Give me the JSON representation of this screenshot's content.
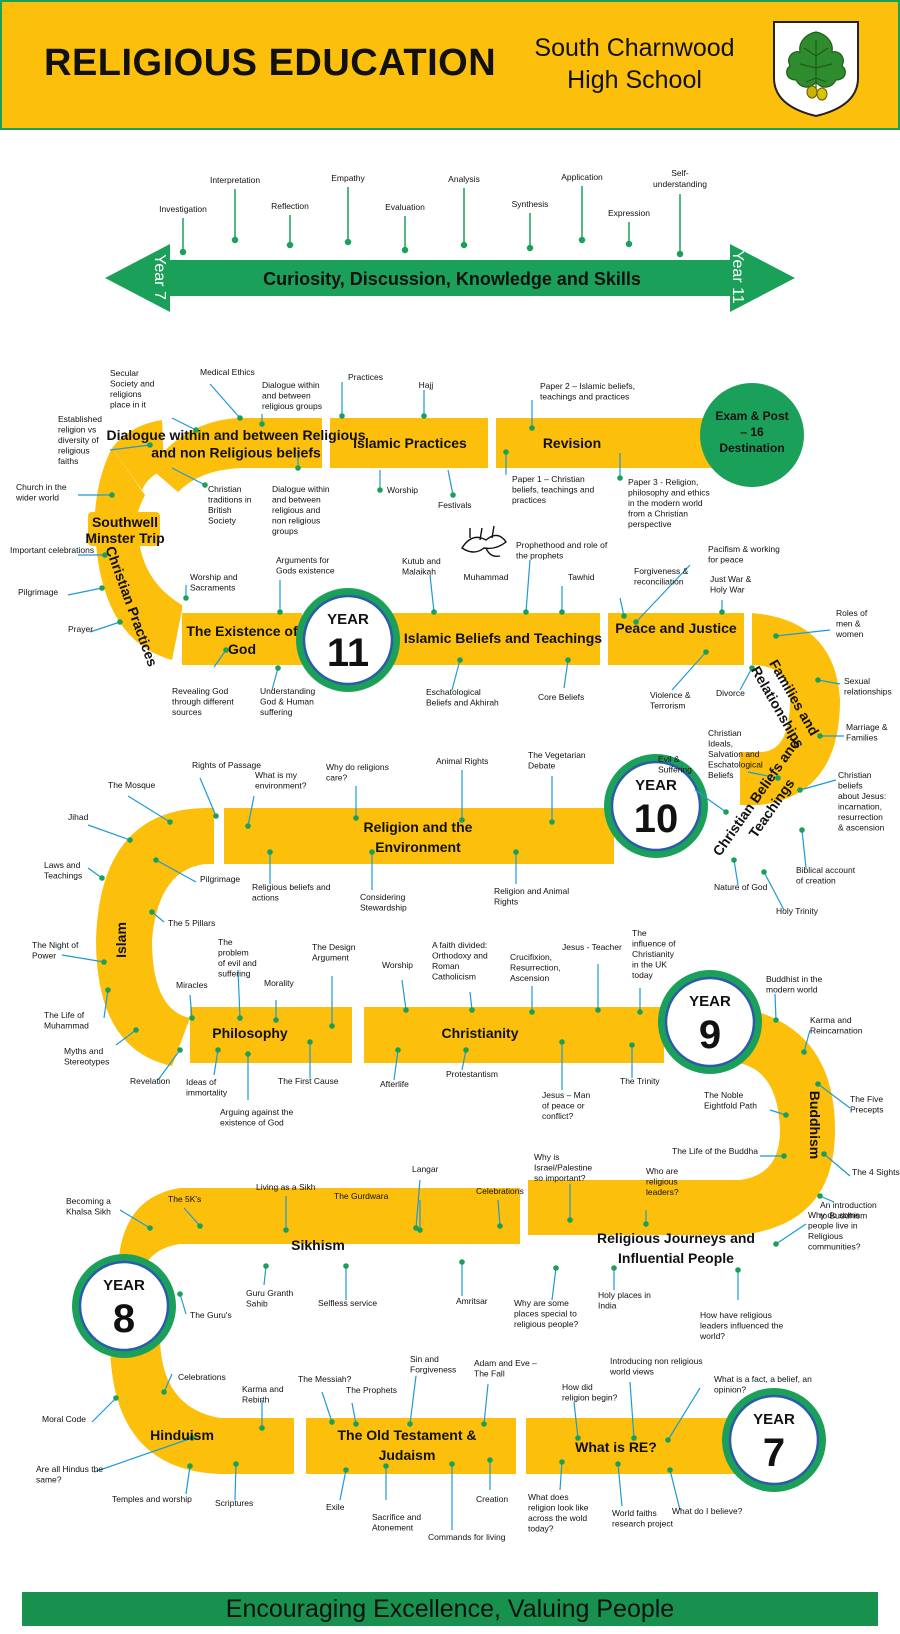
{
  "header": {
    "title": "RELIGIOUS EDUCATION",
    "school": [
      "South Charnwood",
      "High School"
    ]
  },
  "skills_arrow": {
    "label": "Curiosity, Discussion, Knowledge and Skills",
    "start": "Year 7",
    "end": "Year 11",
    "skills": [
      "Investigation",
      "Interpretation",
      "Reflection",
      "Empathy",
      "Evaluation",
      "Analysis",
      "Synthesis",
      "Application",
      "Expression",
      "Self-understanding"
    ]
  },
  "year_badges": [
    {
      "year_word": "YEAR",
      "year_num": "11"
    },
    {
      "year_word": "YEAR",
      "year_num": "10"
    },
    {
      "year_word": "YEAR",
      "year_num": "9"
    },
    {
      "year_word": "YEAR",
      "year_num": "8"
    },
    {
      "year_word": "YEAR",
      "year_num": "7"
    }
  ],
  "destination": "Exam & Post – 16 Destination",
  "calligraphy_caption": "Muhammad",
  "topics": [
    {
      "title": [
        "Dialogue within and between Religious",
        "and non Religious beliefs"
      ]
    },
    {
      "title": [
        "Islamic Practices"
      ]
    },
    {
      "title": [
        "Revision"
      ]
    },
    {
      "title": [
        "Southwell",
        "Minster Trip"
      ]
    },
    {
      "title": [
        "Christian Practices"
      ]
    },
    {
      "title": [
        "The Existence of",
        "God"
      ]
    },
    {
      "title": [
        "Islamic Beliefs and Teachings"
      ]
    },
    {
      "title": [
        "Peace and Justice"
      ]
    },
    {
      "title": [
        "Families and",
        "Relationships"
      ]
    },
    {
      "title": [
        "Christian Beliefs and",
        "Teachings"
      ]
    },
    {
      "title": [
        "Religion and the",
        "Environment"
      ]
    },
    {
      "title": [
        "Islam"
      ]
    },
    {
      "title": [
        "Philosophy"
      ]
    },
    {
      "title": [
        "Christianity"
      ]
    },
    {
      "title": [
        "Buddhism"
      ]
    },
    {
      "title": [
        "Sikhism"
      ]
    },
    {
      "title": [
        "Religious Journeys and",
        "Influential People"
      ]
    },
    {
      "title": [
        "Hinduism"
      ]
    },
    {
      "title": [
        "The Old Testament &",
        "Judaism"
      ]
    },
    {
      "title": [
        "What is RE?"
      ]
    }
  ],
  "labels": [
    {
      "text": [
        "Secular",
        "Society and",
        "religions",
        "place in it"
      ]
    },
    {
      "text": [
        "Medical Ethics"
      ]
    },
    {
      "text": [
        "Dialogue within",
        "and between",
        "religious groups"
      ]
    },
    {
      "text": [
        "Established",
        "religion vs",
        "diversity of",
        "religious",
        "faiths"
      ]
    },
    {
      "text": [
        "Christian",
        "traditions in",
        "British",
        "Society"
      ]
    },
    {
      "text": [
        "Dialogue within",
        "and between",
        "religious and",
        "non religious",
        "groups"
      ]
    },
    {
      "text": [
        "Church in the",
        "wider world"
      ]
    },
    {
      "text": [
        "Practices"
      ]
    },
    {
      "text": [
        "Hajj"
      ]
    },
    {
      "text": [
        "Worship"
      ]
    },
    {
      "text": [
        "Festivals"
      ]
    },
    {
      "text": [
        "Paper 2 – Islamic beliefs,",
        "teachings and practices"
      ]
    },
    {
      "text": [
        "Paper 1 – Christian",
        "beliefs, teachings and",
        "practices"
      ]
    },
    {
      "text": [
        "Paper 3 - Religion,",
        "philosophy and ethics",
        "in the modern world",
        "from a Christian",
        "perspective"
      ]
    },
    {
      "text": [
        "Important celebrations"
      ]
    },
    {
      "text": [
        "Pilgrimage"
      ]
    },
    {
      "text": [
        "Prayer"
      ]
    },
    {
      "text": [
        "Worship and",
        "Sacraments"
      ]
    },
    {
      "text": [
        "Arguments for",
        "Gods existence"
      ]
    },
    {
      "text": [
        "Revealing God",
        "through different",
        "sources"
      ]
    },
    {
      "text": [
        "Understanding",
        "God & Human",
        "suffering"
      ]
    },
    {
      "text": [
        "Kutub and",
        "Malaikah"
      ]
    },
    {
      "text": [
        "Prophethood and role of",
        "the prophets"
      ]
    },
    {
      "text": [
        "Tawhid"
      ]
    },
    {
      "text": [
        "Eschatological",
        "Beliefs and Akhirah"
      ]
    },
    {
      "text": [
        "Core Beliefs"
      ]
    },
    {
      "text": [
        "Forgiveness &",
        "reconciliation"
      ]
    },
    {
      "text": [
        "Pacifism & working",
        "for peace"
      ]
    },
    {
      "text": [
        "Just War &",
        "Holy War"
      ]
    },
    {
      "text": [
        "Violence &",
        "Terrorism"
      ]
    },
    {
      "text": [
        "Divorce"
      ]
    },
    {
      "text": [
        "Roles of",
        "men &",
        "women"
      ]
    },
    {
      "text": [
        "Sexual",
        "relationships"
      ]
    },
    {
      "text": [
        "Marriage &",
        "Families"
      ]
    },
    {
      "text": [
        "Christian",
        "Ideals,",
        "Salvation and",
        "Eschatological",
        "Beliefs"
      ]
    },
    {
      "text": [
        "Evil &",
        "Suffering"
      ]
    },
    {
      "text": [
        "Christian",
        "beliefs",
        "about Jesus:",
        "incarnation,",
        "resurrection",
        "& ascension"
      ]
    },
    {
      "text": [
        "Nature of God"
      ]
    },
    {
      "text": [
        "Holy Trinity"
      ]
    },
    {
      "text": [
        "Biblical account",
        "of creation"
      ]
    },
    {
      "text": [
        "What is my",
        "environment?"
      ]
    },
    {
      "text": [
        "Why do religions",
        "care?"
      ]
    },
    {
      "text": [
        "Animal Rights"
      ]
    },
    {
      "text": [
        "The Vegetarian",
        "Debate"
      ]
    },
    {
      "text": [
        "Religious beliefs and",
        "actions"
      ]
    },
    {
      "text": [
        "Considering",
        "Stewardship"
      ]
    },
    {
      "text": [
        "Religion and Animal",
        "Rights"
      ]
    },
    {
      "text": [
        "Rights of Passage"
      ]
    },
    {
      "text": [
        "The Mosque"
      ]
    },
    {
      "text": [
        "Jihad"
      ]
    },
    {
      "text": [
        "Laws and",
        "Teachings"
      ]
    },
    {
      "text": [
        "Pilgrimage"
      ]
    },
    {
      "text": [
        "The 5 Pillars"
      ]
    },
    {
      "text": [
        "The Night of",
        "Power"
      ]
    },
    {
      "text": [
        "The Life of",
        "Muhammad"
      ]
    },
    {
      "text": [
        "Myths and",
        "Stereotypes"
      ]
    },
    {
      "text": [
        "Miracles"
      ]
    },
    {
      "text": [
        "The",
        "problem",
        "of evil and",
        "suffering"
      ]
    },
    {
      "text": [
        "Morality"
      ]
    },
    {
      "text": [
        "The Design",
        "Argument"
      ]
    },
    {
      "text": [
        "Revelation"
      ]
    },
    {
      "text": [
        "Ideas of",
        "immortality"
      ]
    },
    {
      "text": [
        "Arguing against the",
        "existence of God"
      ]
    },
    {
      "text": [
        "The First Cause"
      ]
    },
    {
      "text": [
        "Worship"
      ]
    },
    {
      "text": [
        "A faith divided:",
        "Orthodoxy and",
        "Roman",
        "Catholicism"
      ]
    },
    {
      "text": [
        "Crucifixion,",
        "Resurrection,",
        "Ascension"
      ]
    },
    {
      "text": [
        "Jesus - Teacher"
      ]
    },
    {
      "text": [
        "The",
        "influence of",
        "Christianity",
        "in the UK",
        "today"
      ]
    },
    {
      "text": [
        "Afterlife"
      ]
    },
    {
      "text": [
        "Protestantism"
      ]
    },
    {
      "text": [
        "Jesus – Man",
        "of peace or",
        "conflict?"
      ]
    },
    {
      "text": [
        "The Trinity"
      ]
    },
    {
      "text": [
        "Buddhist in the",
        "modern world"
      ]
    },
    {
      "text": [
        "Karma and",
        "Reincarnation"
      ]
    },
    {
      "text": [
        "The Noble",
        "Eightfold Path"
      ]
    },
    {
      "text": [
        "The Five",
        "Precepts"
      ]
    },
    {
      "text": [
        "The Life of the Buddha"
      ]
    },
    {
      "text": [
        "The 4 Sights"
      ]
    },
    {
      "text": [
        "An introduction",
        "to Buddhism"
      ]
    },
    {
      "text": [
        "Becoming a",
        "Khalsa Sikh"
      ]
    },
    {
      "text": [
        "The 5K's"
      ]
    },
    {
      "text": [
        "Living as a Sikh"
      ]
    },
    {
      "text": [
        "The Gurdwara"
      ]
    },
    {
      "text": [
        "Langar"
      ]
    },
    {
      "text": [
        "Celebrations"
      ]
    },
    {
      "text": [
        "The Guru's"
      ]
    },
    {
      "text": [
        "Guru Granth",
        "Sahib"
      ]
    },
    {
      "text": [
        "Selfless service"
      ]
    },
    {
      "text": [
        "Amritsar"
      ]
    },
    {
      "text": [
        "Why is",
        "Israel/Palestine",
        "so important?"
      ]
    },
    {
      "text": [
        "Who are",
        "religious",
        "leaders?"
      ]
    },
    {
      "text": [
        "Why are some",
        "places special to",
        "religious people?"
      ]
    },
    {
      "text": [
        "Holy places in",
        "India"
      ]
    },
    {
      "text": [
        "How have religious",
        "leaders influenced the",
        "world?"
      ]
    },
    {
      "text": [
        "Why do some",
        "people live in",
        "Religious",
        "communities?"
      ]
    },
    {
      "text": [
        "Celebrations"
      ]
    },
    {
      "text": [
        "Karma and",
        "Rebirth"
      ]
    },
    {
      "text": [
        "Moral Code"
      ]
    },
    {
      "text": [
        "Are all Hindus the",
        "same?"
      ]
    },
    {
      "text": [
        "Temples and worship"
      ]
    },
    {
      "text": [
        "Scriptures"
      ]
    },
    {
      "text": [
        "The Messiah?"
      ]
    },
    {
      "text": [
        "The Prophets"
      ]
    },
    {
      "text": [
        "Sin and",
        "Forgiveness"
      ]
    },
    {
      "text": [
        "Adam and Eve –",
        "The Fall"
      ]
    },
    {
      "text": [
        "Exile"
      ]
    },
    {
      "text": [
        "Sacrifice and",
        "Atonement"
      ]
    },
    {
      "text": [
        "Commands for living"
      ]
    },
    {
      "text": [
        "Creation"
      ]
    },
    {
      "text": [
        "Introducing non religious",
        "world views"
      ]
    },
    {
      "text": [
        "How did",
        "religion begin?"
      ]
    },
    {
      "text": [
        "What is a fact, a belief, an",
        "opinion?"
      ]
    },
    {
      "text": [
        "What does",
        "religion look like",
        "across the wold",
        "today?"
      ]
    },
    {
      "text": [
        "World faiths",
        "research project"
      ]
    },
    {
      "text": [
        "What do I believe?"
      ]
    }
  ],
  "footer": "Encouraging Excellence, Valuing People",
  "colors": {
    "gold": "#fbbf0c",
    "green": "#1ba05a",
    "dark_green": "#18914f",
    "connector": "#1e9ad6"
  }
}
